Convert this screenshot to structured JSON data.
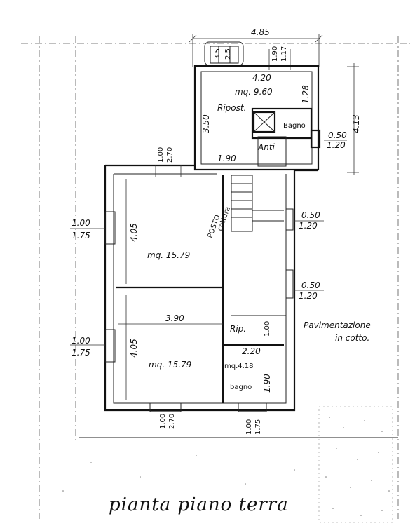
{
  "dimensions": {
    "top_width": "4.85",
    "top_window_a": "3.5",
    "top_window_b": "2.5",
    "top_window_c": "1.90",
    "top_window_d": "1.17",
    "ripost_width": "4.20",
    "ripost_height": "3.50",
    "ripost_inner": "1.28",
    "ripost_bottom": "1.90",
    "right_height": "4.13",
    "right_win_a_top": "0.50",
    "right_win_a_bottom": "1.20",
    "win_270_top": "1.00",
    "win_270_bottom": "2.70",
    "left_win_1_top": "1.00",
    "left_win_1_bottom": "1.75",
    "mid_right_win_1_top": "0.50",
    "mid_right_win_1_bottom": "1.20",
    "mid_right_win_2_top": "0.50",
    "mid_right_win_2_bottom": "1.20",
    "room1_height": "4.05",
    "room2_height": "4.05",
    "room2_width": "3.90",
    "left_win_2_top": "1.00",
    "left_win_2_bottom": "1.75",
    "rip_height": "1.00",
    "bagno2_width": "2.20",
    "bagno2_height": "1.90",
    "bottom_win_1_top": "1.00",
    "bottom_win_1_bottom": "2.70",
    "bottom_win_2_top": "1.00",
    "bottom_win_2_bottom": "1.75"
  },
  "rooms": {
    "ripost_area": "mq. 9.60",
    "ripost_name": "Ripost.",
    "bagno_top": "Bagno",
    "anti": "Anti",
    "room1_area": "mq. 15.79",
    "room2_area": "mq. 15.79",
    "rip": "Rip.",
    "bagno2_area": "mq.4.18",
    "bagno2_name": "bagno",
    "posto_cottura_1": "POSTO",
    "posto_cottura_2": "cottura"
  },
  "notes": {
    "flooring_1": "Pavimentazione",
    "flooring_2": "in cotto."
  },
  "title": "pianta piano terra"
}
